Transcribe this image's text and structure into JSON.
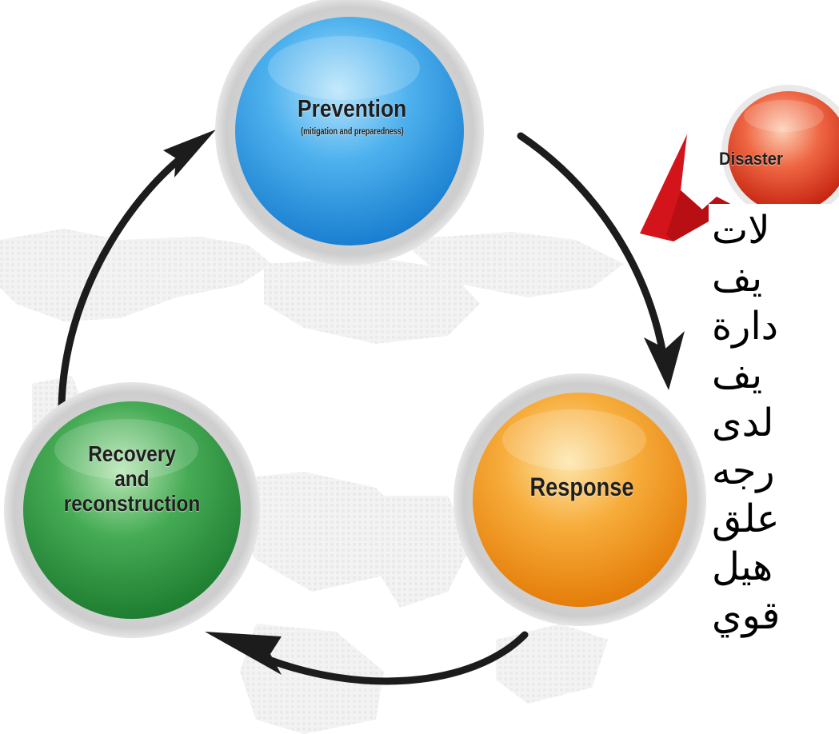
{
  "nodes": {
    "prevention": {
      "title": "Prevention",
      "subtitle": "(mitigation and preparedness)",
      "color": "#2f9be6"
    },
    "response": {
      "title": "Response",
      "color": "#f49a12"
    },
    "recovery": {
      "lines": [
        "Recovery",
        "and",
        "reconstruction"
      ],
      "color": "#2c9a42"
    },
    "disaster": {
      "title": "Disaster",
      "color": "#e53a1e"
    }
  },
  "arrows": {
    "cycle_color": "#1c1c1c",
    "disaster_arrow_color": "#d4141b"
  },
  "side_text": {
    "lines": [
      "لات",
      "يف",
      "دارة",
      "يف",
      "لدى",
      "رجه",
      "علق",
      "هيل",
      "قوي"
    ]
  }
}
